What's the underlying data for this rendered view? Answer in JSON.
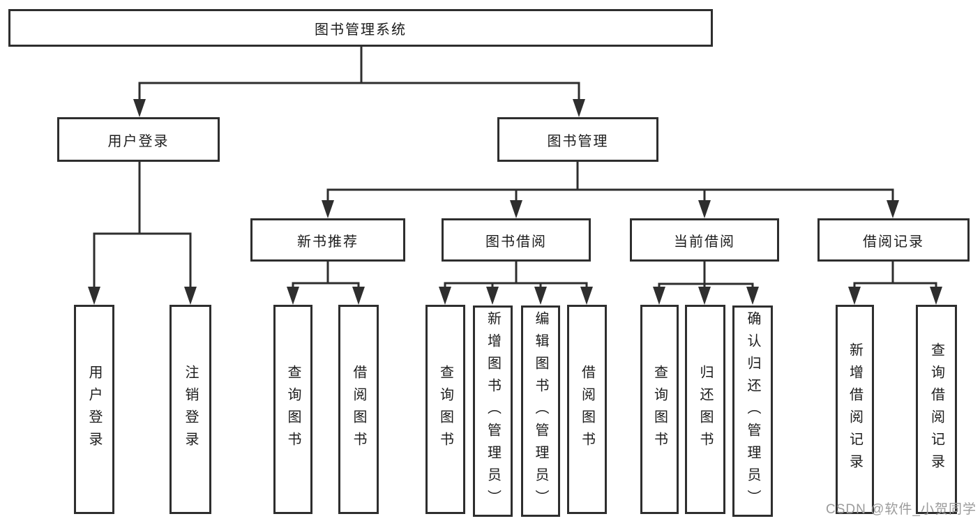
{
  "tree": {
    "root": {
      "label": "图书管理系统"
    },
    "branches": [
      {
        "label": "用户登录",
        "children": [
          {
            "label": "用户登录"
          },
          {
            "label": "注销登录"
          }
        ]
      },
      {
        "label": "图书管理",
        "children": [
          {
            "label": "新书推荐",
            "children": [
              {
                "label": "查询图书"
              },
              {
                "label": "借阅图书"
              }
            ]
          },
          {
            "label": "图书借阅",
            "children": [
              {
                "label": "查询图书"
              },
              {
                "label": "新增图书（管理员）"
              },
              {
                "label": "编辑图书（管理员）"
              },
              {
                "label": "借阅图书"
              }
            ]
          },
          {
            "label": "当前借阅",
            "children": [
              {
                "label": "查询图书"
              },
              {
                "label": "归还图书"
              },
              {
                "label": "确认归还（管理员）"
              }
            ]
          },
          {
            "label": "借阅记录",
            "children": [
              {
                "label": "新增借阅记录"
              },
              {
                "label": "查询借阅记录"
              }
            ]
          }
        ]
      }
    ]
  },
  "watermark": {
    "text": "CSDN @软件_小贺同学"
  },
  "colors": {
    "line": "#2e2e2e",
    "text": "#1c1c1c",
    "watermark": "#9b9b9b"
  }
}
